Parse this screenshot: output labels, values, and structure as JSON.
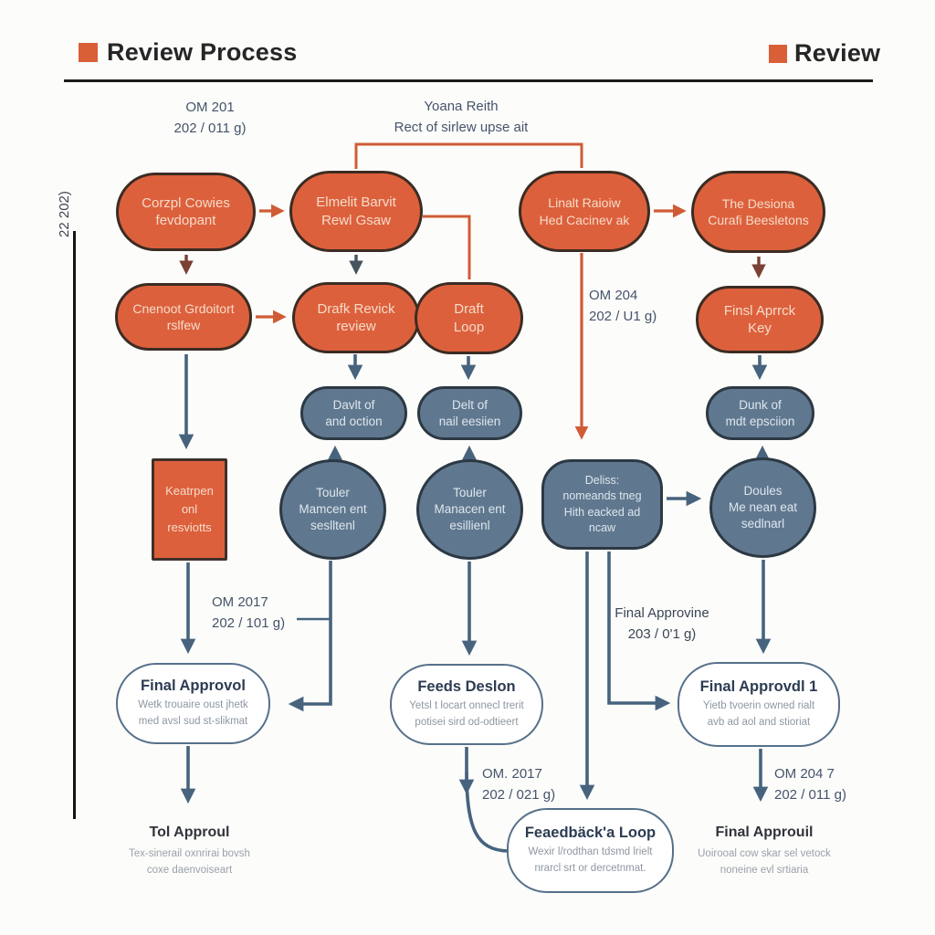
{
  "header": {
    "title": "Review Process",
    "right_label": "Review"
  },
  "side_label": "22 202)",
  "labels": {
    "om201": "OM 201\n202 / 011 g)",
    "yoana": "Yoana Reith\nRect of sirlew upse ait",
    "om204": "OM 204\n202 / U1 g)",
    "om2017_left": "OM 2017\n202 / 101 g)",
    "final_approvine": "Final Approvine\n203 / 0'1 g)",
    "om2017_bottom": "OM. 2017\n202 / 021 g)",
    "om2047": "OM 204 7\n202 / 011 g)"
  },
  "nodes": {
    "concept_dev": "Corzpl Cowies\nfevdopant",
    "elmelit_review": "Elmelit Barvit\nRewl Gsaw",
    "limit_review": "Linalt Raioiw\nHed Cacinev ak",
    "design_decisions": "The Desiona\nCurafi Beesletons",
    "concept_grad_review": "Cnenoot Grdoitort\nrslfew",
    "draft_revick_review": "Drafk Revick\nreview",
    "draft_loop": "Draft\nLoop",
    "final_approck_key": "Finsl Aprrck\nKey",
    "davlt_of": "Davlt of\nand oction",
    "delt_of": "Delt of\nnail eesiien",
    "dunk_of": "Dunk of\nmdt epsciion",
    "keatrpen": "Keatrpen\nonl\nresviotts",
    "touler_1": "Touler\nMamcen ent\nseslltenl",
    "touler_2": "Touler\nManacen ent\nesillienl",
    "deliss": "Deliss:\nnomeands tneg\nHith eacked ad\nncaw",
    "doules": "Doules\nMe nean eat\nsedlnarl"
  },
  "white_nodes": {
    "final_approvol": {
      "title": "Final Approvol",
      "sub": "Wetk trouaire oust jhetk\nmed avsl sud st-slikmat"
    },
    "feeds_deslon": {
      "title": "Feeds Deslon",
      "sub": "Yetsl t locart onnecl trerit\npotisei sird od-odtieert"
    },
    "final_approvdl": {
      "title": "Final Approvdl 1",
      "sub": "Yietb tvoerin owned rialt\navb ad aol and stioriat"
    },
    "feedback_loop": {
      "title": "Feaedbäck'a Loop",
      "sub": "Wexir l/rodthan tdsmd lrielt\nnrarcl srt or dercetnmat."
    }
  },
  "bottom_texts": {
    "tol_approul": {
      "title": "Tol Approul",
      "sub": "Tex-sinerail oxnrirai bovsh\ncoxe daenvoiseart"
    },
    "final_approuil": {
      "title": "Final Approuil",
      "sub": "Uoirooal cow skar sel vetock\nnoneine evl srtiaria"
    }
  },
  "colors": {
    "accent_orange": "#d95f36",
    "node_orange": "#dd603d",
    "node_blue": "#60788f",
    "arrow_blue": "#47637e",
    "arrow_orange": "#cf5c36",
    "arrow_brown": "#7b4134",
    "arrow_slate": "#46545e"
  }
}
